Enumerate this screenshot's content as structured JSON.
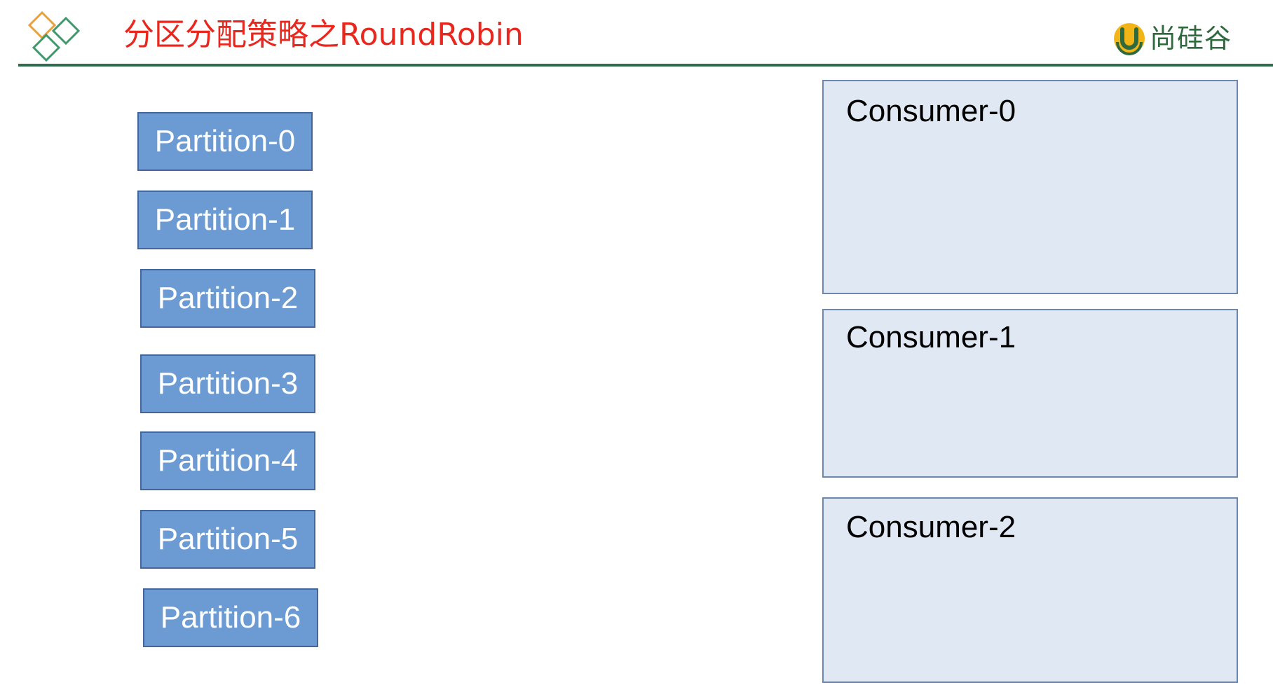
{
  "header": {
    "title": "分区分配策略之RoundRobin",
    "brand_name": "尚硅谷",
    "colors": {
      "title": "#e8281e",
      "rule": "#2f6b4f",
      "brand": "#2f6a3e"
    }
  },
  "partitions": [
    {
      "label": "Partition-0"
    },
    {
      "label": "Partition-1"
    },
    {
      "label": "Partition-2"
    },
    {
      "label": "Partition-3"
    },
    {
      "label": "Partition-4"
    },
    {
      "label": "Partition-5"
    },
    {
      "label": "Partition-6"
    }
  ],
  "consumers": [
    {
      "label": "Consumer-0"
    },
    {
      "label": "Consumer-1"
    },
    {
      "label": "Consumer-2"
    }
  ],
  "colors": {
    "partition_fill": "#6b9bd2",
    "consumer_fill": "#dfe8f3"
  },
  "icons": [
    "diamond-logo-icon",
    "u-brand-icon"
  ]
}
